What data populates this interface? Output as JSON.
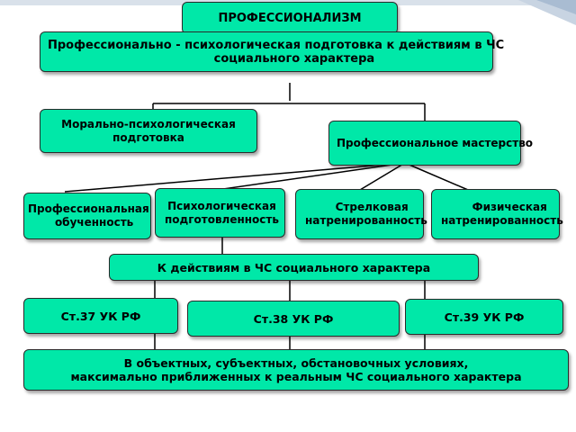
{
  "title": "ПРОФЕССИОНАЛИЗМ",
  "main_box": "Профессионально - психологическая подготовка к действиям в ЧС\n         социального характера",
  "level2": {
    "moral": "Морально-психологическая\nподготовка",
    "mastery": "Профессиональное мастерство"
  },
  "level3": {
    "prof": "Профессиональная\n   обученность",
    "psych": "Психологическая\nподготовленность",
    "shoot": "   Стрелковая\nнатренированность",
    "phys": "    Физическая\nнатренированность"
  },
  "action_box": "К действиям в ЧС социального характера",
  "articles": {
    "st37": "Ст.37 УК РФ",
    "st38": "Ст.38 УК РФ",
    "st39": "Ст.39 УК РФ"
  },
  "conditions_box": "В объектных, субъектных, обстановочных условиях,\nмаксимально приближенных к реальным ЧС социального характера",
  "colors": {
    "box_fill": "#00e8a8",
    "border": "#2b2b2b",
    "line": "#000000"
  }
}
